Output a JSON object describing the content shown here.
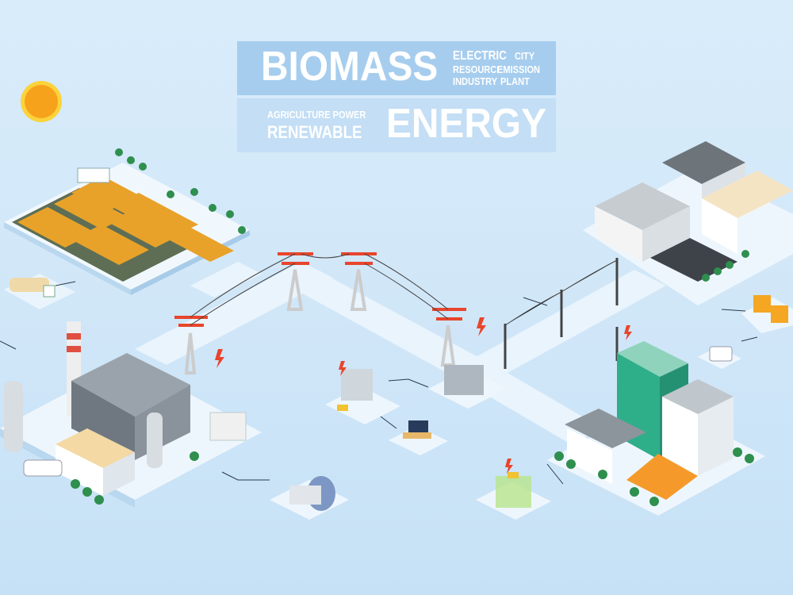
{
  "title": {
    "main": "BIOMASS",
    "row1": [
      "ELECTRIC",
      "CITY"
    ],
    "row2": [
      "RESOURCE",
      "EMISSION"
    ],
    "row3": [
      "INDUSTRY",
      "PLANT"
    ],
    "lower_small": "AGRICULTURE POWER",
    "lower_medium": "RENEWABLE",
    "lower_big": "ENERGY"
  },
  "colors": {
    "background": "#d3e8f9",
    "title_top": "#a6cdee",
    "title_bottom": "#c3def5",
    "tower_red": "#e8452c",
    "crop_orange": "#e8a22a",
    "sun": "#f7a21b",
    "building_green": "#2fae8a",
    "roof_orange": "#f59a2a"
  }
}
